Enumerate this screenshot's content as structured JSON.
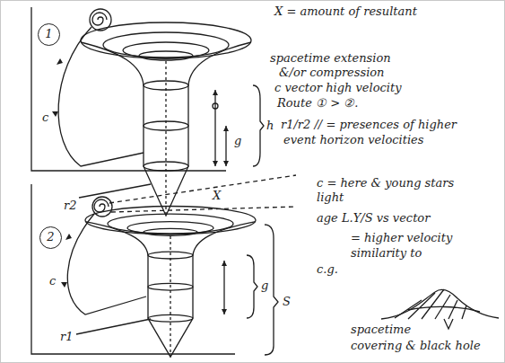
{
  "diagram": {
    "nodes": [
      {
        "text": [
          "1"
        ]
      },
      {
        "text": [
          "2"
        ]
      }
    ],
    "labels": [
      "X = amount of resultant",
      "spacetime extension",
      "&/or compression",
      "c vector high velocity",
      "Route ① > ②.",
      "r1/r2 // = presences of higher",
      "event horizon velocities",
      "h",
      "g",
      "c",
      "r2",
      "X",
      "c",
      "g",
      "S",
      "r1",
      "c = here & young stars",
      "light",
      "age L.Y/S vs vector",
      "= higher velocity",
      "similarity to",
      "c.g.",
      "spacetime",
      "covering & black hole"
    ]
  }
}
